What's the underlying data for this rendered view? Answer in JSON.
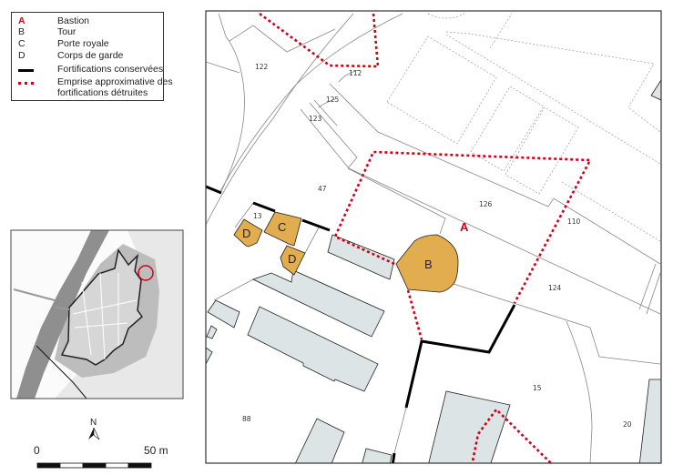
{
  "legend": {
    "items": [
      {
        "key": "A",
        "label": "Bastion"
      },
      {
        "key": "B",
        "label": "Tour"
      },
      {
        "key": "C",
        "label": "Porte royale"
      },
      {
        "key": "D",
        "label": "Corps de garde"
      }
    ],
    "lines": [
      {
        "style": "solid-black",
        "label": "Fortifications conservées"
      },
      {
        "style": "dotted-red",
        "label_line1": "Emprise approximative des",
        "label_line2": "fortifications détruites"
      }
    ]
  },
  "map": {
    "features": {
      "A": "A",
      "B": "B",
      "C": "C",
      "D1": "D",
      "D2": "D"
    },
    "parcels": [
      "122",
      "112",
      "125",
      "123",
      "47",
      "13",
      "126",
      "110",
      "124",
      "15",
      "88",
      "20"
    ]
  },
  "north_arrow": {
    "label": "N"
  },
  "scale_bar": {
    "start": "0",
    "end": "50 m",
    "segments": 5
  },
  "colors": {
    "red": "#d0021b",
    "orange": "#e2ad4e",
    "building": "#dde4e6",
    "black": "#000000"
  }
}
